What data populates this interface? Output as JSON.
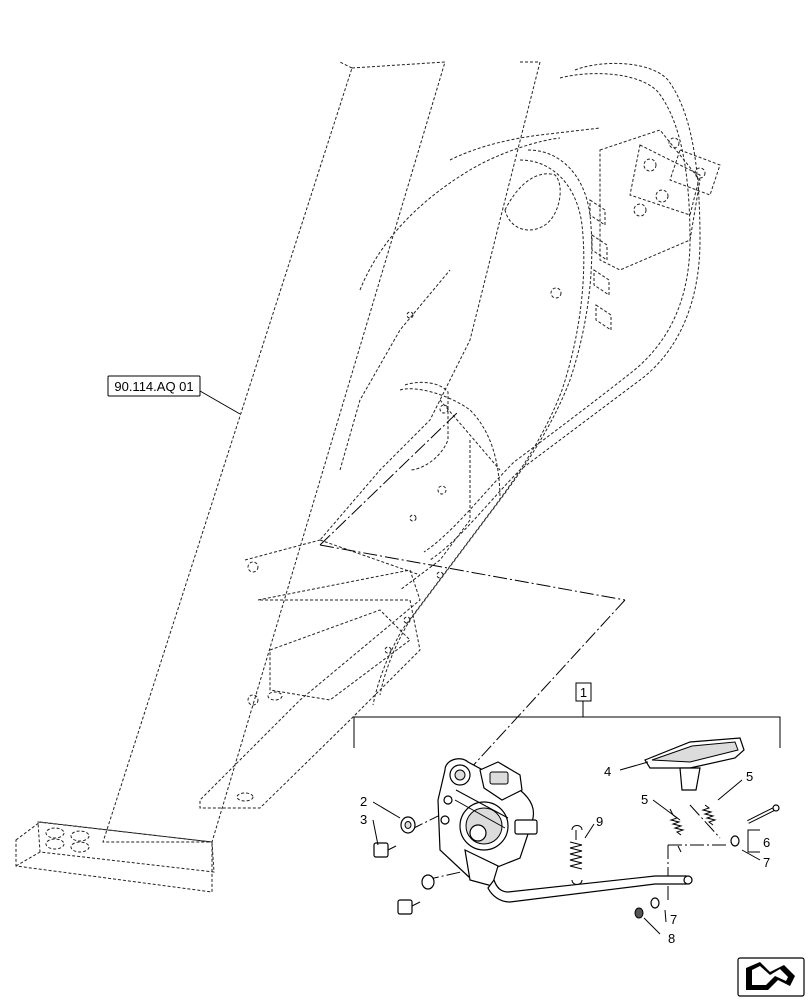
{
  "reference_label": "90.114.AQ 01",
  "kit_callout": "1",
  "callouts": {
    "c2": "2",
    "c3": "3",
    "c4": "4",
    "c5a": "5",
    "c5b": "5",
    "c6": "6",
    "c7a": "7",
    "c7b": "7",
    "c8": "8",
    "c9": "9"
  }
}
